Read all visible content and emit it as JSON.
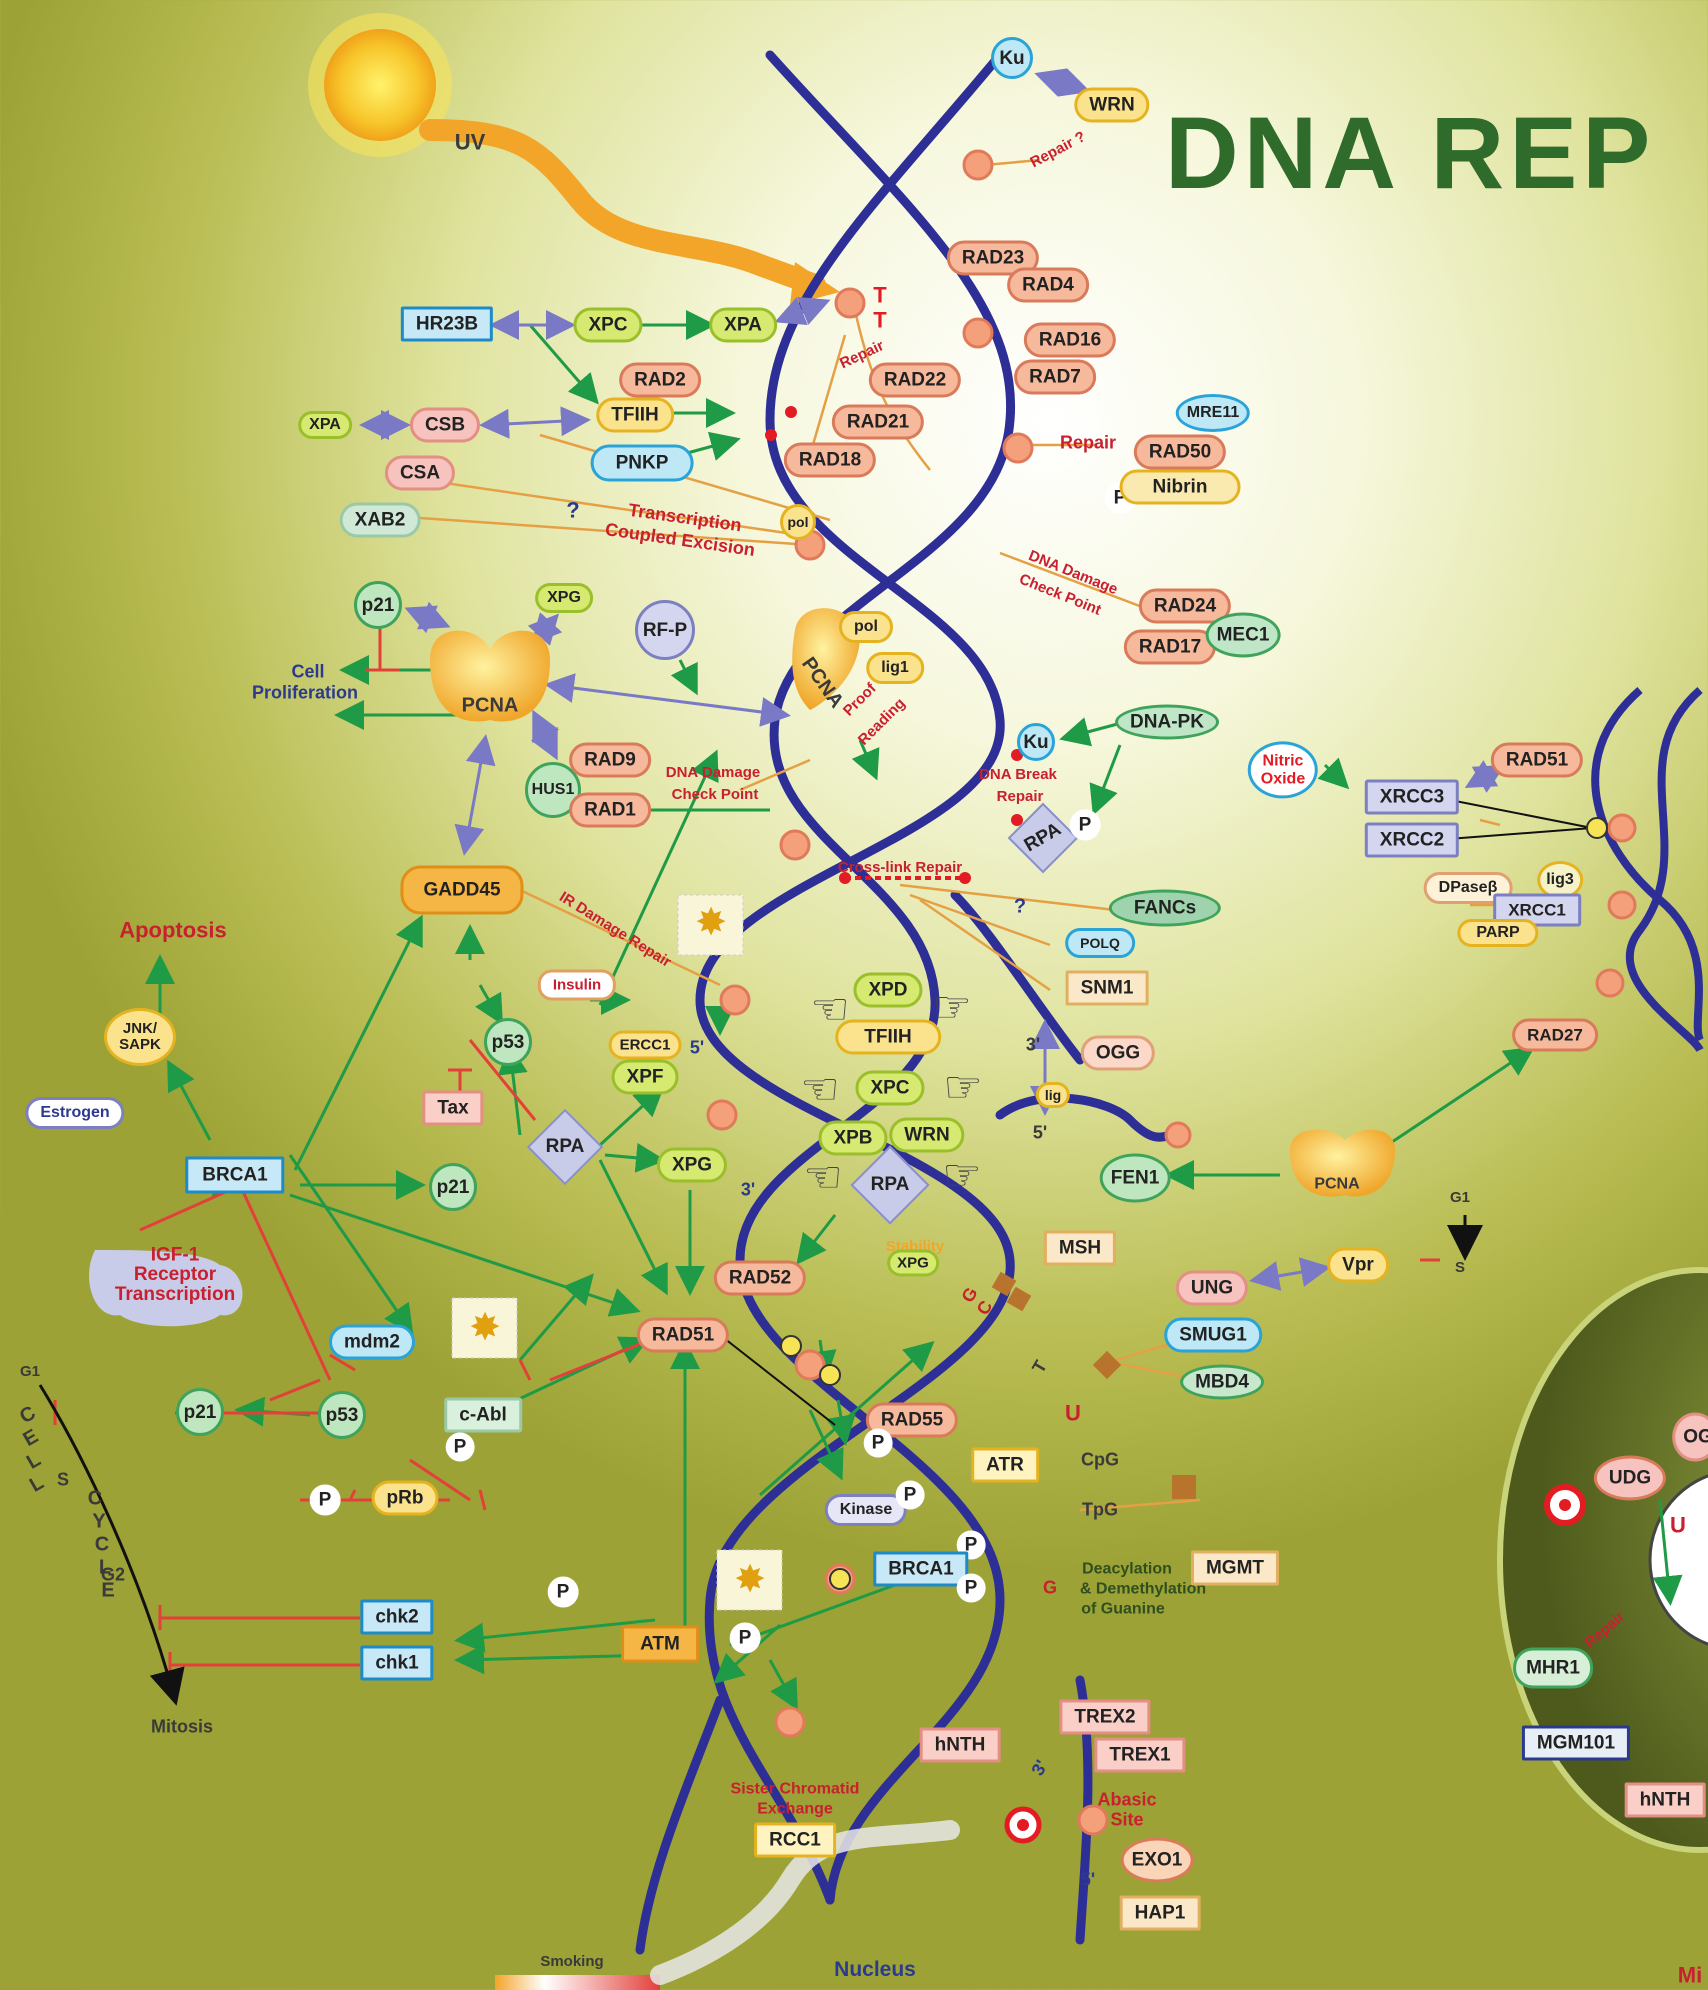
{
  "title": "DNA REP",
  "nodes": {
    "ku_top": "Ku",
    "wrn_top": "WRN",
    "repair_q": "Repair ?",
    "uv": "UV",
    "t1": "T",
    "t2": "T",
    "rad23": "RAD23",
    "rad4": "RAD4",
    "rad16": "RAD16",
    "rad7": "RAD7",
    "hr23b": "HR23B",
    "xpc_top": "XPC",
    "xpa_top": "XPA",
    "repair_top": "Repair",
    "rad2": "RAD2",
    "rad22": "RAD22",
    "tfiih_top": "TFIIH",
    "rad21": "RAD21",
    "rad18": "RAD18",
    "xpa_left": "XPA",
    "csb": "CSB",
    "pnkp": "PNKP",
    "csa": "CSA",
    "xab2": "XAB2",
    "q_mark": "?",
    "transcription": "Transcription",
    "coupled": "Coupled Excision",
    "pol_top": "pol",
    "mre11": "MRE11",
    "repair_mid": "Repair",
    "rad50": "RAD50",
    "p_nibrin": "P",
    "nibrin": "Nibrin",
    "dna_damage_cp1": "DNA Damage",
    "check_point1": "Check Point",
    "rad24": "RAD24",
    "rad17": "RAD17",
    "mec1": "MEC1",
    "p21_top": "p21",
    "xpg_top": "XPG",
    "rfp": "RF-P",
    "pol_mid": "pol",
    "lig1": "lig1",
    "pcna_proof": "PCNA",
    "proof": "Proof",
    "reading": "Reading",
    "cell_prolif_1": "Cell",
    "cell_prolif_2": "Proliferation",
    "pcna_left": "PCNA",
    "ku_mid": "Ku",
    "dnapk": "DNA-PK",
    "nitric_1": "Nitric",
    "nitric_2": "Oxide",
    "dna_break": "DNA Break",
    "repair_break": "Repair",
    "rpa_mid": "RPA",
    "p_rpa": "P",
    "hus1": "HUS1",
    "rad9": "RAD9",
    "rad1": "RAD1",
    "dna_damage_cp2": "DNA Damage",
    "check_point2": "Check Point",
    "crosslink": "Cross-link Repair",
    "q_fancs": "?",
    "fancs": "FANCs",
    "polq": "POLQ",
    "snm1": "SNM1",
    "gadd45": "GADD45",
    "ir_damage": "IR Damage Repair",
    "apoptosis": "Apoptosis",
    "insulin": "Insulin",
    "ercc1": "ERCC1",
    "xpf": "XPF",
    "five_prime_1": "5'",
    "xpd": "XPD",
    "tfiih_mid": "TFIIH",
    "xpc_mid": "XPC",
    "xpb": "XPB",
    "wrn_mid": "WRN",
    "rpa_hands": "RPA",
    "three_prime_1": "3'",
    "ogg": "OGG",
    "lig": "lig",
    "five_prime_2": "5'",
    "jnk": "JNK/",
    "sapk": "SAPK",
    "p53_top": "p53",
    "tax": "Tax",
    "rpa_left": "RPA",
    "xpg_mid": "XPG",
    "three_prime_2": "3'",
    "estrogen": "Estrogen",
    "brca1": "BRCA1",
    "p21_mid": "p21",
    "fen1": "FEN1",
    "pcna_right": "PCNA",
    "rad52": "RAD52",
    "stability": "Stability",
    "xpg_stab": "XPG",
    "msh": "MSH",
    "g_msh": "G",
    "c_msh": "C",
    "ung": "UNG",
    "vpr": "Vpr",
    "g1_right": "G1",
    "s_right": "S",
    "igf1": "IGF-1",
    "receptor": "Receptor",
    "transcription_igf": "Transcription",
    "mdm2": "mdm2",
    "rad51_mid": "RAD51",
    "smug1": "SMUG1",
    "mbd4": "MBD4",
    "t_mbd": "T",
    "u_mbd": "U",
    "g1_left": "G1",
    "p21_low": "p21",
    "p53_low": "p53",
    "cabl": "c-Abl",
    "p_cabl": "P",
    "rad55": "RAD55",
    "p_rad55": "P",
    "atr": "ATR",
    "cpg": "CpG",
    "tpg": "TpG",
    "cell_cycle": [
      "C",
      "E",
      "L",
      "L",
      "C",
      "Y",
      "C",
      "L",
      "E"
    ],
    "s_left": "S",
    "g2": "G2",
    "p_prb": "P",
    "prb": "pRb",
    "kinase": "Kinase",
    "p_kinase": "P",
    "p_brca_a": "P",
    "brca1_low": "BRCA1",
    "p_brca_b": "P",
    "g_mgmt": "G",
    "deacyl_1": "Deacylation",
    "deacyl_2": "& Demethylation",
    "deacyl_3": "of Guanine",
    "mgmt": "MGMT",
    "p_atm": "P",
    "chk2": "chk2",
    "chk1": "chk1",
    "atm": "ATM",
    "p_atm_right": "P",
    "mitosis": "Mitosis",
    "trex2": "TREX2",
    "trex1": "TREX1",
    "hnth_mid": "hNTH",
    "three_prime_3": "3'",
    "sister_1": "Sister Chromatid",
    "sister_2": "Exchange",
    "rcc1": "RCC1",
    "abasic_1": "Abasic",
    "abasic_2": "Site",
    "exo1": "EXO1",
    "five_prime_3": "5'",
    "hap1": "HAP1",
    "smoking": "Smoking",
    "nucleus": "Nucleus",
    "rad51_right": "RAD51",
    "xrcc3": "XRCC3",
    "xrcc2": "XRCC2",
    "dpase": "DPaseβ",
    "lig3": "lig3",
    "xrcc1": "XRCC1",
    "parp": "PARP",
    "rad27": "RAD27",
    "udg": "UDG",
    "og": "OG",
    "u_right": "U",
    "repair_right": "Repair",
    "mhr1": "MHR1",
    "mgm101": "MGM101",
    "hnth_right": "hNTH",
    "mi": "Mi"
  },
  "colors": {
    "helix": "#2e2f96",
    "arrow_green": "#1f9a46",
    "arrow_purple": "#7a79c6",
    "inhibit_red": "#e3403a",
    "uv_orange": "#f3a52a",
    "title_green": "#2f6b2a"
  }
}
